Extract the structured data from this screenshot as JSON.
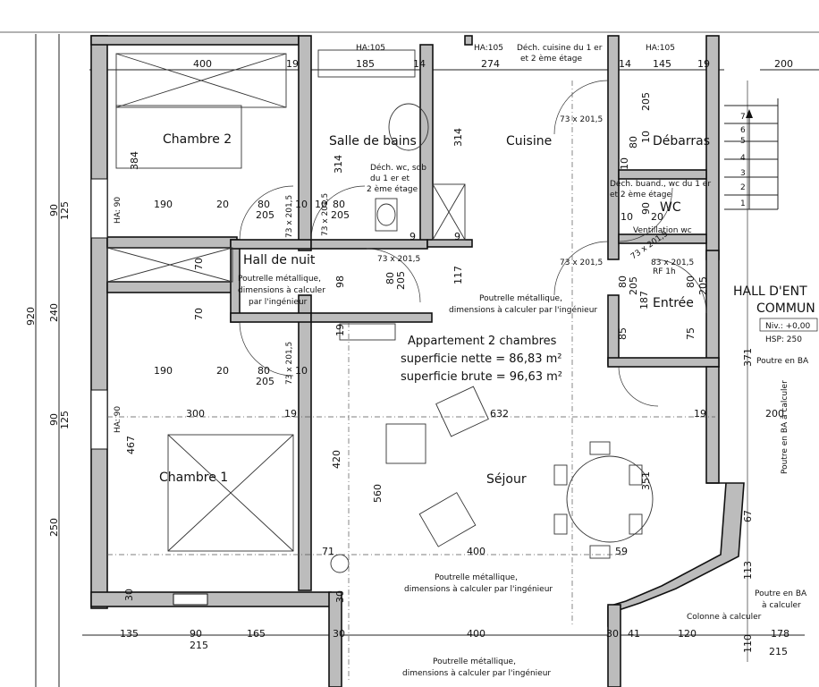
{
  "rooms": {
    "chambre2": "Chambre 2",
    "salle_de_bains": "Salle de bains",
    "cuisine": "Cuisine",
    "debarras": "Débarras",
    "wc": "WC",
    "hall_de_nuit": "Hall de nuit",
    "entree": "Entrée",
    "chambre1": "Chambre 1",
    "sejour": "Séjour",
    "hall_line1": "HALL D'ENT",
    "hall_line2": "COMMUN"
  },
  "apartment": {
    "title": "Appartement 2 chambres",
    "net": "superficie nette = 86,83 m²",
    "gross": "superficie brute = 96,63 m²"
  },
  "notes": {
    "poutrelle_a1": "Poutrelle métallique,",
    "poutrelle_a2": "dimensions à calculer",
    "poutrelle_a3": "par l'ingénieur",
    "poutrelle_b1": "Poutrelle métallique,",
    "poutrelle_b2": "dimensions à calculer par l'ingénieur",
    "poutrelle_c1": "Poutrelle métallique,",
    "poutrelle_c2": "dimensions à calculer par l'ingénieur",
    "poutrelle_d1": "Poutrelle métallique,",
    "poutrelle_d2": "dimensions à calculer par l'ingénieur",
    "dech_sdb1": "Déch. wc, sdb",
    "dech_sdb2": "du 1 er et",
    "dech_sdb3": "2 ème étage",
    "dech_cuis1": "Déch. cuisine du 1 er",
    "dech_cuis2": "et 2 ème étage",
    "dech_buand1": "Déch. buand., wc du 1 er",
    "dech_buand2": "et 2 ème étage",
    "ventilation": "Ventillation wc",
    "rf": "RF 1h",
    "niv": "Niv.: +0,00",
    "hsp": "HSP: 250",
    "poutre_ba1": "Poutre en BA",
    "poutre_ba2": "Poutre en BA",
    "poutre_ba_calc1": "Poutre en BA",
    "poutre_ba_calc2": "à calculer",
    "poutre_ba_vert": "Poutre en BA à calculer",
    "colonne": "Colonne à calculer",
    "ha_left1": "HA: 90",
    "ha_left2": "HA: 90",
    "ha_top1": "HA:105",
    "ha_top2": "HA:105",
    "ha_top3": "HA:105"
  },
  "dims": {
    "t400": "400",
    "t19a": "19",
    "t185": "185",
    "t14a": "14",
    "t274": "274",
    "t14b": "14",
    "t145": "145",
    "t19b": "19",
    "t200": "200",
    "v920": "920",
    "v90a": "90",
    "v125a": "125",
    "v240": "240",
    "v90b": "90",
    "v125b": "125",
    "v250": "250",
    "v384": "384",
    "v467": "467",
    "v314a": "314",
    "v314b": "314",
    "d190a": "190",
    "d20a": "20",
    "d80a": "80",
    "d205a": "205",
    "d10a": "10",
    "d10b": "10",
    "d80b": "80",
    "d205b": "205",
    "d190b": "190",
    "d20b": "20",
    "d80c": "80",
    "d205c": "205",
    "d10c": "10",
    "d70a": "70",
    "d70b": "70",
    "d98": "98",
    "d117": "117",
    "d19c": "19",
    "d80d": "80",
    "d205d": "205",
    "d9a": "9",
    "d9b": "9",
    "door1": "73 x 201,5",
    "door2": "73 x 201,5",
    "door3": "73 x 201,5",
    "door4": "73 x 201,5",
    "door5": "73 x 201,5",
    "door6": "73 x 201,5",
    "door7": "83 x 201,5",
    "door8": "73 x 201,5",
    "d205e": "205",
    "d80e": "80",
    "d10d": "10",
    "d10e": "10",
    "d90c": "90",
    "d20c": "20",
    "d10f": "10",
    "d80f": "80",
    "d205f": "205",
    "d187": "187",
    "d80g": "80",
    "d205g": "205",
    "d85": "85",
    "d75": "75",
    "d371": "371",
    "d300": "300",
    "d19d": "19",
    "d632": "632",
    "d19e": "19",
    "d200b": "200",
    "d420": "420",
    "d560": "560",
    "d351": "351",
    "d400b": "400",
    "d59": "59",
    "d71": "71",
    "d30a": "30",
    "d30b": "30",
    "d67": "67",
    "d113": "113",
    "d110": "110",
    "b135": "135",
    "b90": "90",
    "b215a": "215",
    "b165": "165",
    "b30": "30",
    "b400": "400",
    "b30b": "30",
    "b41": "41",
    "b120": "120",
    "b178": "178",
    "b215b": "215",
    "s1": "1",
    "s2": "2",
    "s3": "3",
    "s4": "4",
    "s5": "5",
    "s6": "6",
    "s7": "7"
  }
}
